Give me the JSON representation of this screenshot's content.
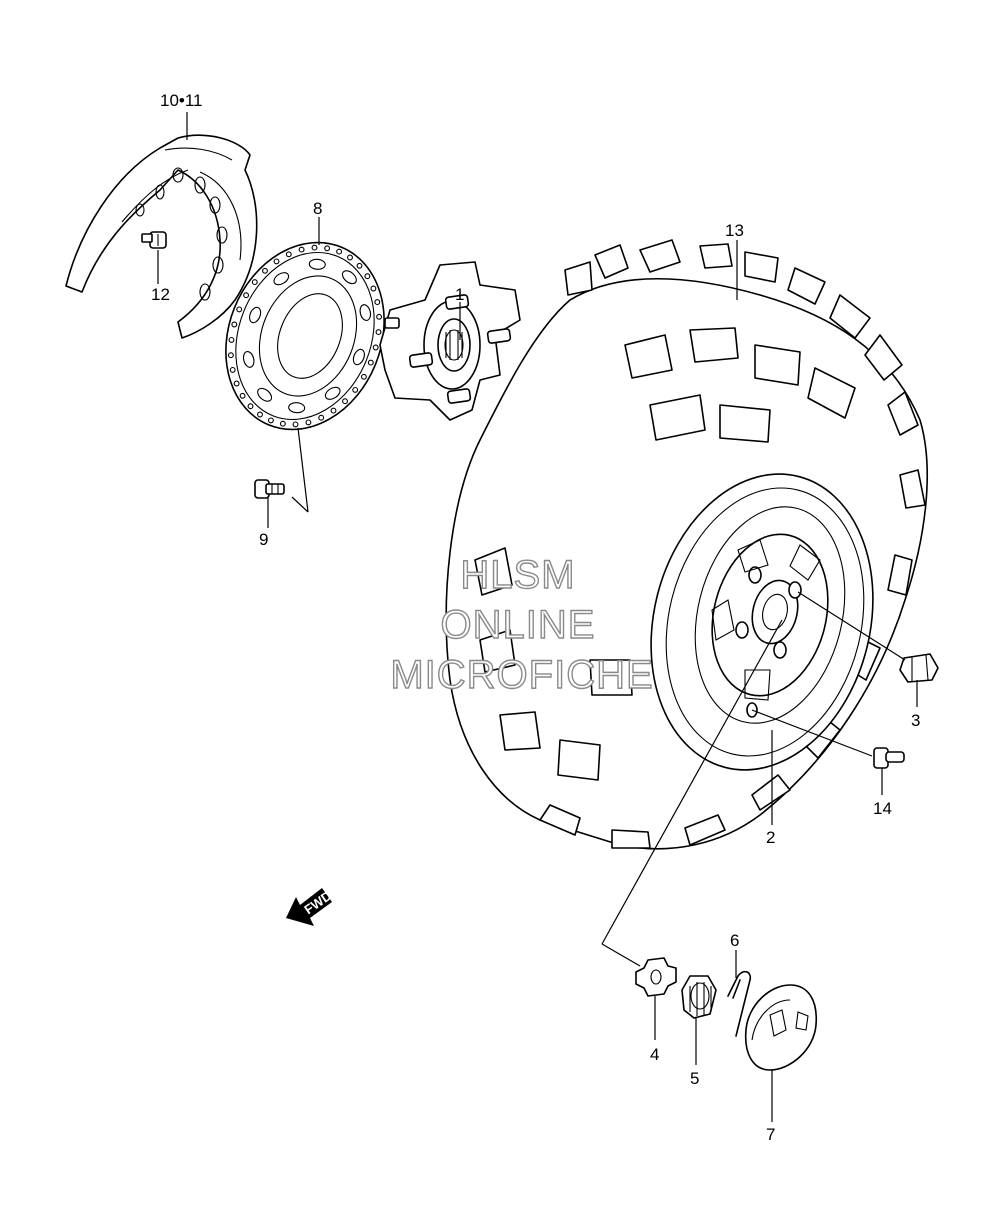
{
  "callouts": [
    {
      "id": "1",
      "label": "1"
    },
    {
      "id": "2",
      "label": "2"
    },
    {
      "id": "3",
      "label": "3"
    },
    {
      "id": "4",
      "label": "4"
    },
    {
      "id": "5",
      "label": "5"
    },
    {
      "id": "6",
      "label": "6"
    },
    {
      "id": "7",
      "label": "7"
    },
    {
      "id": "8",
      "label": "8"
    },
    {
      "id": "9",
      "label": "9"
    },
    {
      "id": "10-11",
      "label": "10•11"
    },
    {
      "id": "12",
      "label": "12"
    },
    {
      "id": "13",
      "label": "13"
    },
    {
      "id": "14",
      "label": "14"
    }
  ],
  "direction_badge": {
    "label": "FWD",
    "icon": "arrow-left-down-icon"
  },
  "watermark": {
    "line1": "HLSM",
    "line2": "ONLINE",
    "line3": "MICROFICHE"
  },
  "colors": {
    "ink": "#000000",
    "paper": "#ffffff",
    "watermark": "#8a8a8a"
  }
}
